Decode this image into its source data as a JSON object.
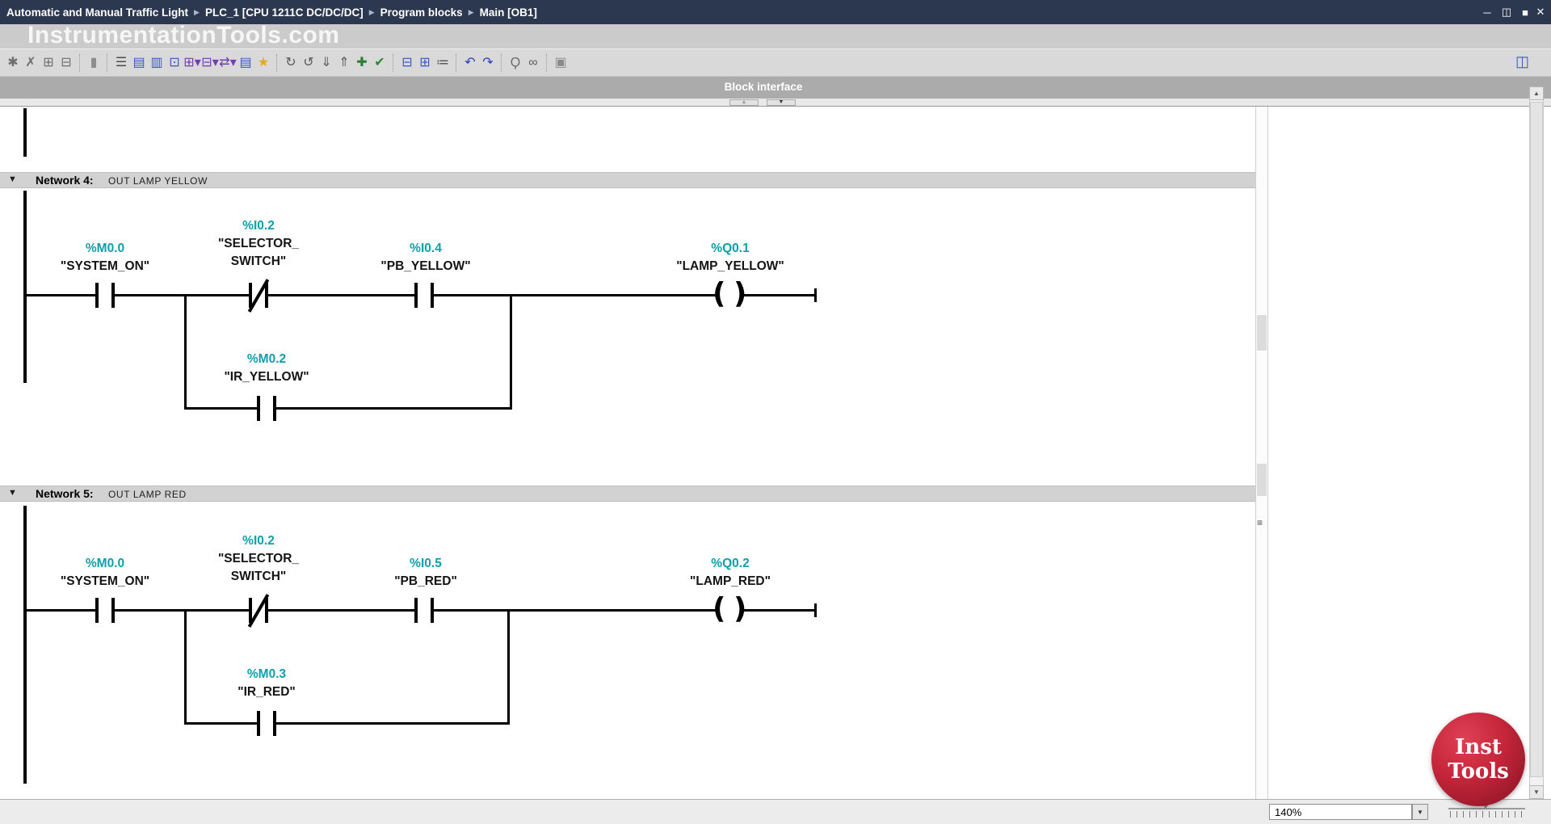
{
  "title_bar": {
    "breadcrumbs": [
      "Automatic and Manual Traffic Light",
      "PLC_1 [CPU 1211C DC/DC/DC]",
      "Program blocks",
      "Main [OB1]"
    ]
  },
  "icons": {
    "breadcrumb_arrow": "▶",
    "minimize": "─",
    "restore": "◫",
    "maximize": "■",
    "close": "✕",
    "interface_collapse_up": "▲",
    "interface_collapse_down": "▼",
    "network_collapse": "▼",
    "scroll_up": "▲",
    "scroll_down": "▼",
    "dropdown_arrow": "▼",
    "grip": "≡",
    "coil_left": "(",
    "coil_right": ")",
    "split_editor": "◫"
  },
  "watermark": "InstrumentationTools.com",
  "toolbar": {
    "items": [
      {
        "name": "insert-network",
        "glyph": "✱",
        "color": "#6f6f6f"
      },
      {
        "name": "delete-network",
        "glyph": "✗",
        "color": "#6f6f6f"
      },
      {
        "name": "insert-row",
        "glyph": "⊞",
        "color": "#6f6f6f"
      },
      {
        "name": "insert-column",
        "glyph": "⊟",
        "color": "#6f6f6f"
      },
      {
        "sep": true
      },
      {
        "name": "keep-actual-values",
        "glyph": "▮",
        "color": "#8d8d8d"
      },
      {
        "sep": true
      },
      {
        "name": "absolute-symbolic-operands",
        "glyph": "☰",
        "color": "#4a4a4a"
      },
      {
        "name": "network-titles-toggle",
        "glyph": "▤",
        "color": "#3a57c0"
      },
      {
        "name": "network-comments-toggle",
        "glyph": "▥",
        "color": "#3a57c0"
      },
      {
        "name": "free-form-comments",
        "glyph": "⊡",
        "color": "#3a57c0"
      },
      {
        "name": "empty-box-instruction",
        "glyph": "⊞▾",
        "color": "#7040b0"
      },
      {
        "name": "comment-box-instruction",
        "glyph": "⊟▾",
        "color": "#7040b0"
      },
      {
        "name": "operand-representation",
        "glyph": "⇄▾",
        "color": "#7040b0"
      },
      {
        "name": "favorites-pane-toggle",
        "glyph": "▤",
        "color": "#3a57c0"
      },
      {
        "name": "favorites",
        "glyph": "★",
        "color": "#e5a91f"
      },
      {
        "sep": true
      },
      {
        "name": "update-block-calls",
        "glyph": "↻",
        "color": "#5a5a5a"
      },
      {
        "name": "synchronize",
        "glyph": "↺",
        "color": "#5a5a5a"
      },
      {
        "name": "download-snapshots",
        "glyph": "⇓",
        "color": "#5a5a5a"
      },
      {
        "name": "upload-snapshots",
        "glyph": "⇑",
        "color": "#5a5a5a"
      },
      {
        "name": "load-actual-values",
        "glyph": "✚",
        "color": "#2f7d32"
      },
      {
        "name": "compile",
        "glyph": "✔",
        "color": "#2f8b2f"
      },
      {
        "sep": true
      },
      {
        "name": "collapse-all-networks",
        "glyph": "⊟",
        "color": "#3a57c0"
      },
      {
        "name": "open-all-networks",
        "glyph": "⊞",
        "color": "#3a57c0"
      },
      {
        "name": "close-all-networks",
        "glyph": "≔",
        "color": "#5a5a5a"
      },
      {
        "sep": true
      },
      {
        "name": "go-to-previous",
        "glyph": "↶",
        "color": "#2a3fb0"
      },
      {
        "name": "go-to-next",
        "glyph": "↷",
        "color": "#2a3fb0"
      },
      {
        "sep": true
      },
      {
        "name": "find-replace",
        "glyph": "Ϙ",
        "color": "#6a6a6a"
      },
      {
        "name": "monitoring-glasses",
        "glyph": "∞",
        "color": "#5a5a5a"
      },
      {
        "sep": true
      },
      {
        "name": "retentive-memory",
        "glyph": "▣",
        "color": "#8a8a8a"
      }
    ]
  },
  "block_interface": {
    "label": "Block interface"
  },
  "network4": {
    "title": "Network 4:",
    "comment": "OUT LAMP YELLOW",
    "contact1": {
      "symbol": "NO",
      "address": "%M0.0",
      "name": "\"SYSTEM_ON\""
    },
    "contact2": {
      "symbol": "NC",
      "address": "%I0.2",
      "name_line1": "\"SELECTOR_",
      "name_line2": "SWITCH\""
    },
    "contact3": {
      "symbol": "NO",
      "address": "%I0.4",
      "name": "\"PB_YELLOW\""
    },
    "coil": {
      "symbol": "coil",
      "address": "%Q0.1",
      "name": "\"LAMP_YELLOW\""
    },
    "branch": {
      "symbol": "NO",
      "address": "%M0.2",
      "name": "\"IR_YELLOW\""
    }
  },
  "network5": {
    "title": "Network 5:",
    "comment": "OUT LAMP RED",
    "contact1": {
      "symbol": "NO",
      "address": "%M0.0",
      "name": "\"SYSTEM_ON\""
    },
    "contact2": {
      "symbol": "NC",
      "address": "%I0.2",
      "name_line1": "\"SELECTOR_",
      "name_line2": "SWITCH\""
    },
    "contact3": {
      "symbol": "NO",
      "address": "%I0.5",
      "name": "\"PB_RED\""
    },
    "coil": {
      "symbol": "coil",
      "address": "%Q0.2",
      "name": "\"LAMP_RED\""
    },
    "branch": {
      "symbol": "NO",
      "address": "%M0.3",
      "name": "\"IR_RED\""
    }
  },
  "status_bar": {
    "zoom_value": "140%"
  },
  "badge": {
    "line1": "Inst",
    "line2": "Tools"
  }
}
